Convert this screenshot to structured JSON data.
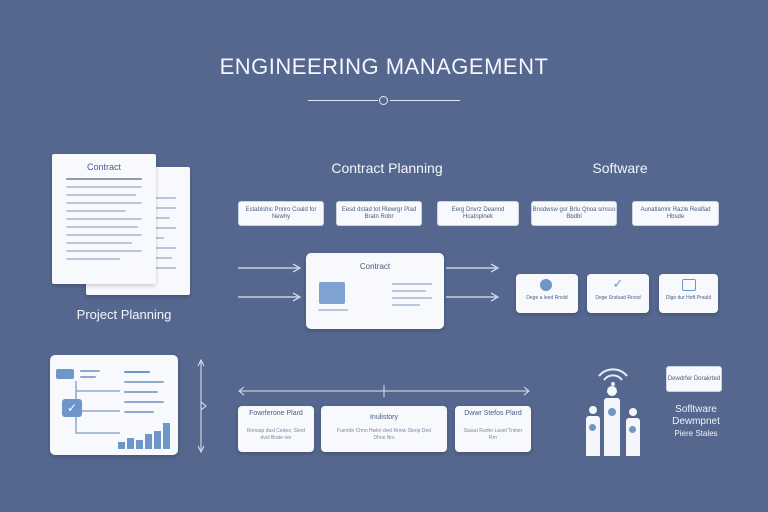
{
  "title": "ENGINEERING MANAGEMENT",
  "left": {
    "document_title": "Contract",
    "caption": "Project Planning"
  },
  "center": {
    "header": "Contract Planning",
    "pills": [
      "Establshic Pnnro Coald for Newhy",
      "Eesd dstad tot Rlewrgr Plad Bratn Robr",
      "Eerg Dnvrz Deannd Hcatnplnek"
    ],
    "contract_card": "Contract",
    "bottom_cards": [
      {
        "title": "Fowrferone Plard",
        "body": "Rnneap dusl Cedes; Slerd dvol Brate ner"
      },
      {
        "title": "Inulistory",
        "body": "Fuertdn Chnn Hwkn dvel Rrinw Slenp Ded Dhne Nrs"
      },
      {
        "title": "Dwwr Stefos Plard",
        "body": "Siaaut Rurfer Laoel Trimer Rrn"
      }
    ]
  },
  "right": {
    "header": "Software",
    "pills": [
      "Bnsdwsw gsr Brlu Qnoa smsso Bbdbl",
      "Aunatlamnr Razle Reaflad Hbsde"
    ],
    "icon_cards": [
      "Dege a leed Rnold",
      "Dege Snduad Rrosd",
      "Dlge dur Heft Prauld"
    ],
    "badge": "Dewdrfer Dorakrted",
    "caption_lines": [
      "Sofltware",
      "Dewmpnet",
      "Piere Stales"
    ]
  },
  "colors": {
    "background": "#55678f",
    "card": "#f7f9fc",
    "accent_blue": "#6f96c8",
    "text_dark": "#4a5d82"
  },
  "icons": [
    "document-icon",
    "arrow-right-icon",
    "image-placeholder-icon",
    "check-icon",
    "bar-chart-icon",
    "wifi-signal-icon",
    "person-figure-icon"
  ]
}
